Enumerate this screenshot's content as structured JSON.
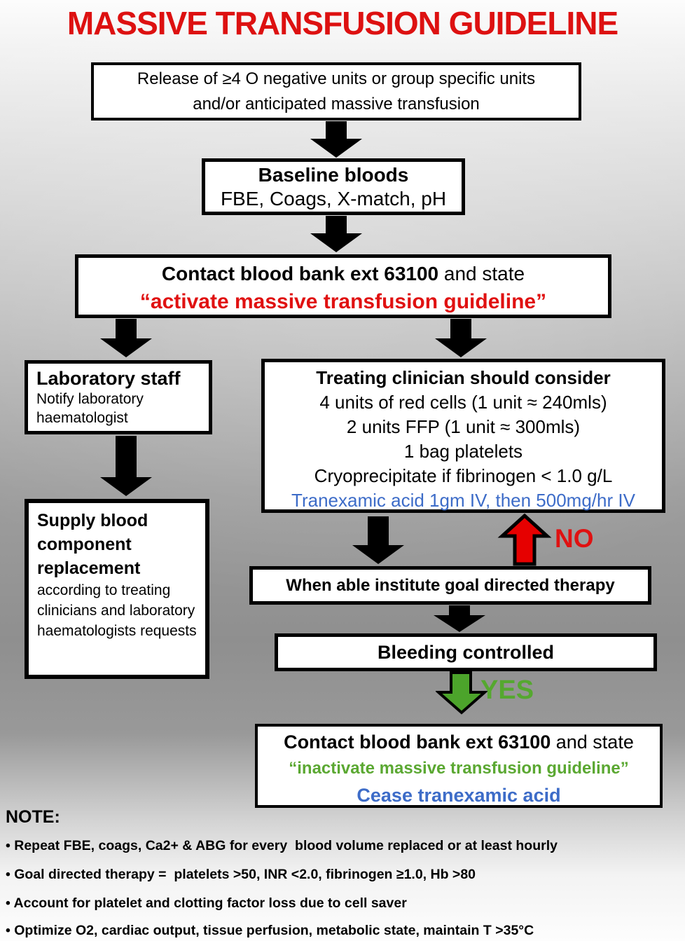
{
  "title": "MASSIVE TRANSFUSION GUIDELINE",
  "colors": {
    "title_red": "#DD1111",
    "statement_red": "#E01111",
    "arrow_red": "#E60000",
    "green_text": "#5BA832",
    "yes_green": "#55A82F",
    "arrow_green": "#4CA42B",
    "blue_text": "#3D6CC8",
    "box_border": "#000000",
    "box_bg": "#FFFFFF"
  },
  "flow": {
    "release_box": {
      "line1": "Release of ≥4 O negative units or group specific units",
      "line2": "and/or anticipated massive transfusion"
    },
    "baseline_box": {
      "title": "Baseline bloods",
      "body": "FBE, Coags, X-match, pH"
    },
    "activate_box": {
      "bold": "Contact blood bank ext 63100",
      "rest": " and state",
      "statement": "“activate massive transfusion guideline”"
    },
    "laboratory_box": {
      "title": "Laboratory staff",
      "body": "Notify laboratory haematologist"
    },
    "supply_box": {
      "title": "Supply blood component replacement",
      "body": "according to treating clinicians and laboratory haematologists requests"
    },
    "clinician_box": {
      "title": "Treating clinician should consider",
      "lines": [
        "4 units of red cells (1 unit ≈ 240mls)",
        "2 units FFP (1 unit ≈ 300mls)",
        "1 bag platelets",
        "Cryoprecipitate if fibrinogen < 1.0 g/L"
      ],
      "tranexamic": "Tranexamic acid 1gm IV, then 500mg/hr IV"
    },
    "goal_box": {
      "label": "When able institute goal directed therapy"
    },
    "no_label": "NO",
    "bleeding_box": {
      "label": "Bleeding controlled"
    },
    "yes_label": "YES",
    "inactivate_box": {
      "bold": "Contact blood bank ext 63100",
      "rest": " and state",
      "statement": "“inactivate massive transfusion guideline”",
      "cease": "Cease tranexamic acid"
    }
  },
  "note": {
    "title": "NOTE:",
    "bullets": [
      "• Repeat FBE, coags, Ca2+ & ABG for every  blood volume replaced or at least hourly",
      "• Goal directed therapy =  platelets >50, INR <2.0, fibrinogen ≥1.0, Hb >80",
      "• Account for platelet and clotting factor loss due to cell saver",
      "• Optimize O2, cardiac output, tissue perfusion, metabolic state, maintain T >35°C"
    ]
  }
}
